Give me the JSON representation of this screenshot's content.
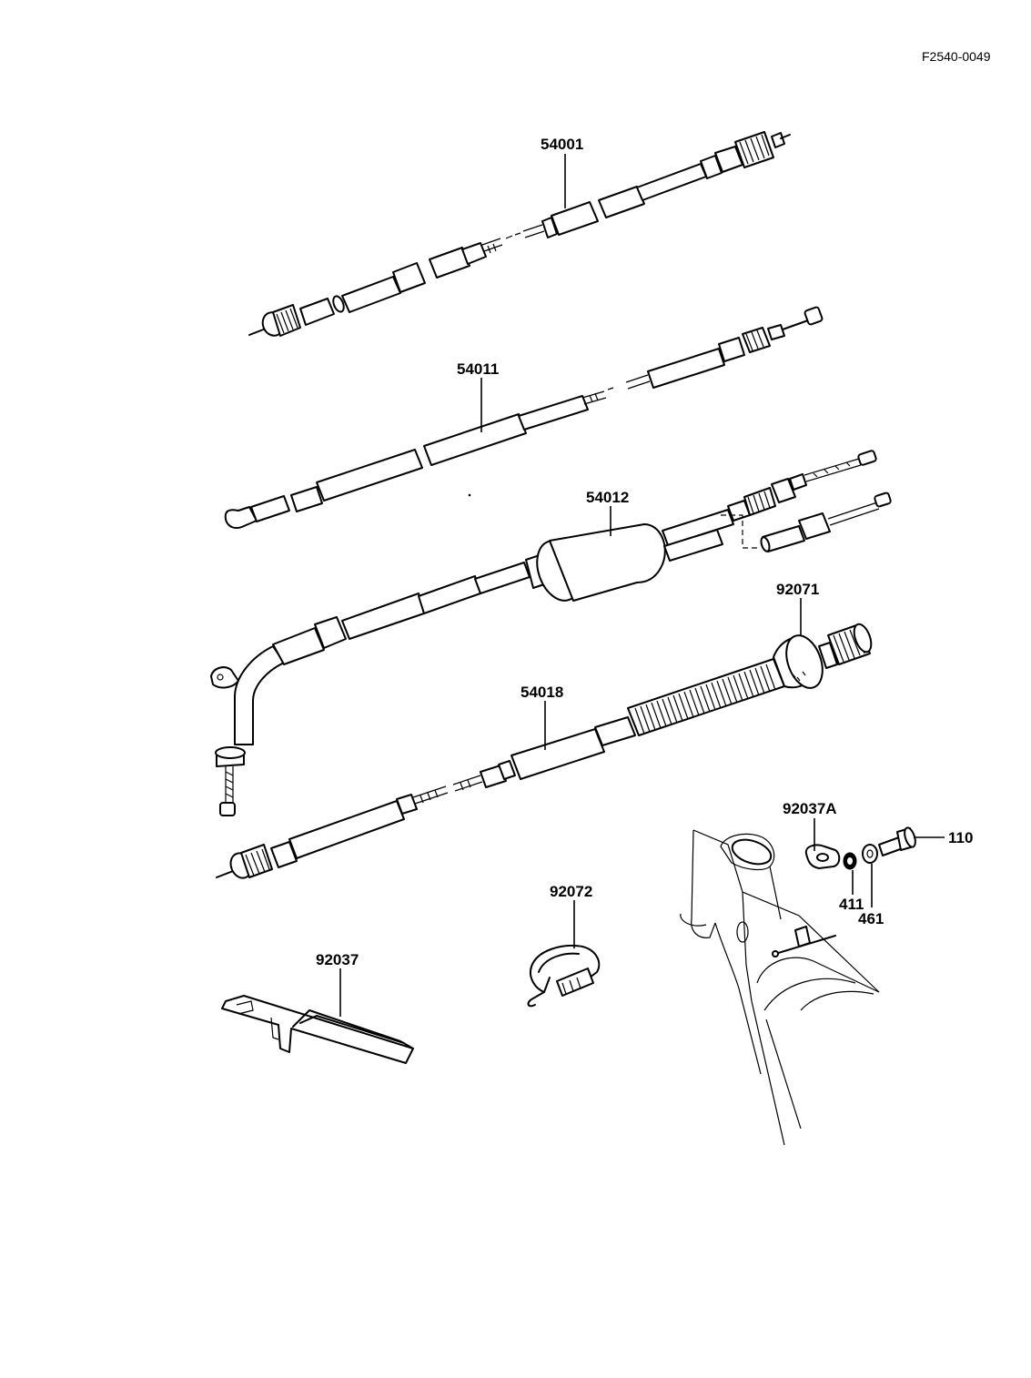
{
  "diagram_code": "F2540-0049",
  "parts": {
    "speedometer_cable": "54001",
    "throttle_cable": "54011",
    "throttle_cable_dual": "54012",
    "tachometer_cable": "54018",
    "cable_boot": "92071",
    "cable_clamp_a": "92037A",
    "bolt": "110",
    "washer": "411",
    "lock_washer": "461",
    "band_clamp": "92072",
    "cable_guide": "92037"
  }
}
